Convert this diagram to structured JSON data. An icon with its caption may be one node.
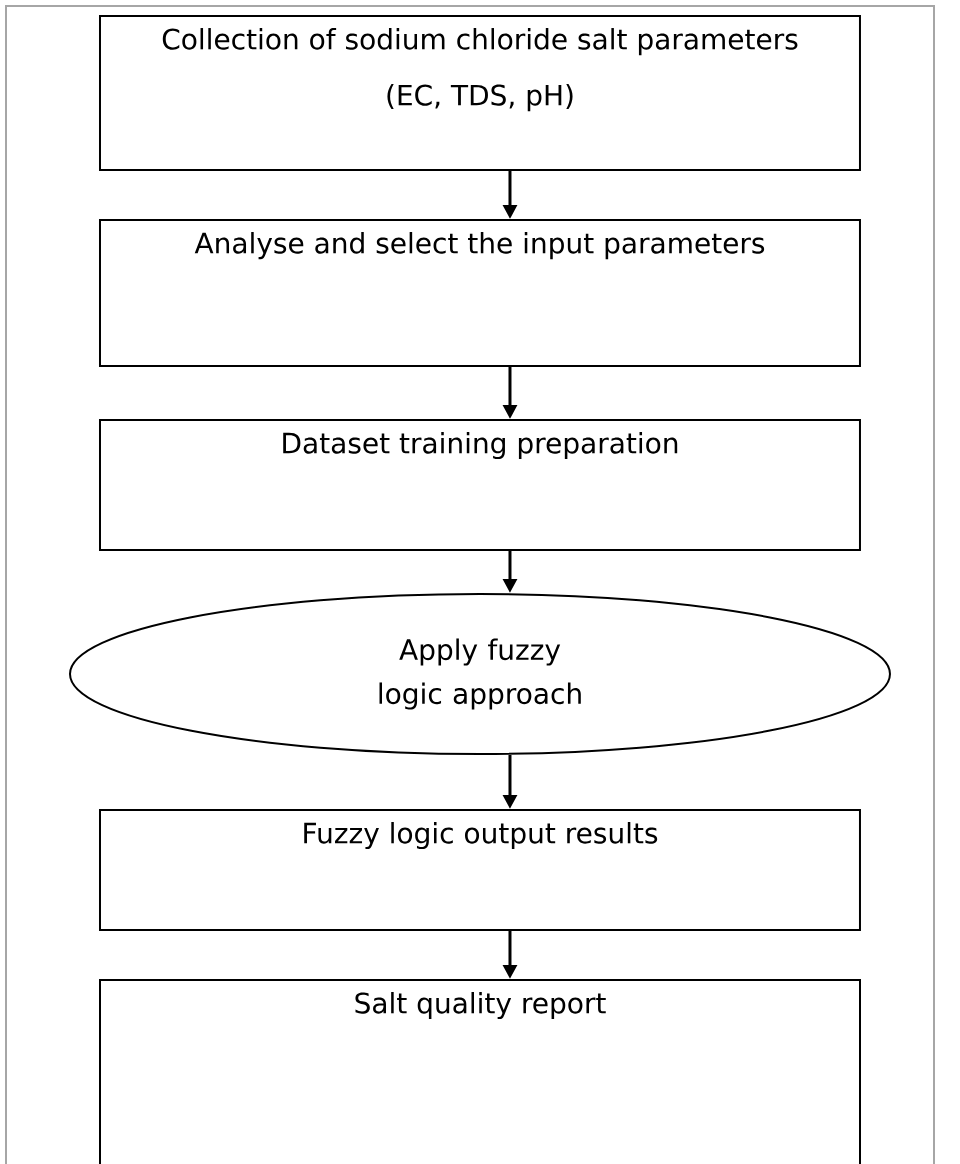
{
  "diagram": {
    "nodes": [
      {
        "text": [
          "Collection of sodium chloride salt parameters (EC, TDS, pH)"
        ]
      },
      {
        "text": [
          "Analyse and select the input parameters"
        ]
      },
      {
        "text": [
          "Dataset training preparation"
        ]
      },
      {
        "text": [
          "Apply fuzzy logic approach"
        ]
      },
      {
        "text": [
          "Fuzzy logic output results"
        ]
      },
      {
        "text": [
          "Salt quality report"
        ]
      }
    ],
    "edges": [
      {
        "from": 0,
        "to": 1,
        "arrow": "to"
      },
      {
        "from": 1,
        "to": 2,
        "arrow": "to"
      },
      {
        "from": 2,
        "to": 3,
        "arrow": "to"
      },
      {
        "from": 3,
        "to": 4,
        "arrow": "to"
      },
      {
        "from": 4,
        "to": 5,
        "arrow": "to"
      }
    ]
  }
}
